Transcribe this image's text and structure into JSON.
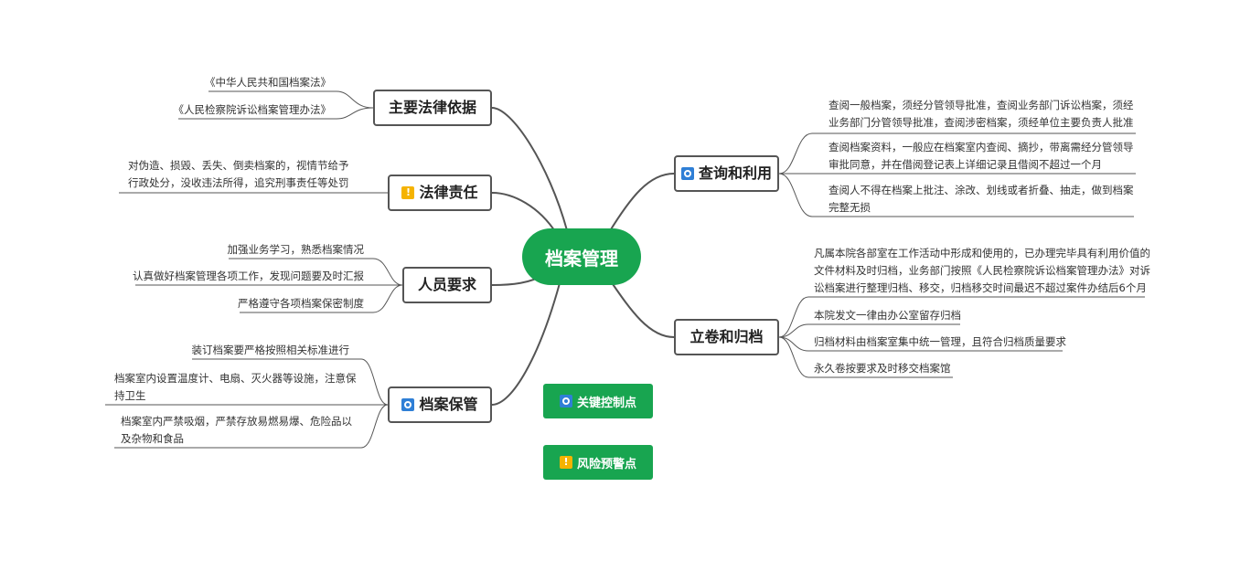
{
  "center": {
    "label": "档案管理"
  },
  "branches": {
    "legal_basis": {
      "label": "主要法律依据",
      "icon": "",
      "items": [
        "《中华人民共和国档案法》",
        "《人民检察院诉讼档案管理办法》"
      ]
    },
    "legal_liability": {
      "label": "法律责任",
      "icon": "risk-warning-icon",
      "items": [
        "对伪造、损毁、丢失、倒卖档案的，视情节给予\n行政处分，没收违法所得，追究刑事责任等处罚"
      ]
    },
    "staff_requirements": {
      "label": "人员要求",
      "icon": "",
      "items": [
        "加强业务学习，熟悉档案情况",
        "认真做好档案管理各项工作，发现问题要及时汇报",
        "严格遵守各项档案保密制度"
      ]
    },
    "archive_storage": {
      "label": "档案保管",
      "icon": "key-control-icon",
      "items": [
        "装订档案要严格按照相关标准进行",
        "档案室内设置温度计、电扇、灭火器等设施，注意保\n持卫生",
        "档案室内严禁吸烟，严禁存放易燃易爆、危险品以\n及杂物和食品"
      ]
    },
    "query_use": {
      "label": "查询和利用",
      "icon": "key-control-icon",
      "items": [
        "查阅一般档案，须经分管领导批准，查阅业务部门诉讼档案，须经\n业务部门分管领导批准，查阅涉密档案，须经单位主要负责人批准",
        "查阅档案资料，一般应在档案室内查阅、摘抄，带离需经分管领导\n审批同意，并在借阅登记表上详细记录且借阅不超过一个月",
        "查阅人不得在档案上批注、涂改、划线或者折叠、抽走，做到档案\n完整无损"
      ]
    },
    "filing": {
      "label": "立卷和归档",
      "icon": "",
      "items": [
        "凡属本院各部室在工作活动中形成和使用的，已办理完毕具有利用价值的\n文件材料及时归档，业务部门按照《人民检察院诉讼档案管理办法》对诉\n讼档案进行整理归档、移交，归档移交时间最迟不超过案件办结后6个月",
        "本院发文一律由办公室留存归档",
        "归档材料由档案室集中统一管理，且符合归档质量要求",
        "永久卷按要求及时移交档案馆"
      ]
    }
  },
  "legend": {
    "key_control": "关键控制点",
    "risk_warning": "风险预警点"
  },
  "colors": {
    "center": "#18a550",
    "legend": "#18a550",
    "link": "#555555",
    "key_icon": "#2f7fd6",
    "risk_icon": "#f5b301"
  }
}
